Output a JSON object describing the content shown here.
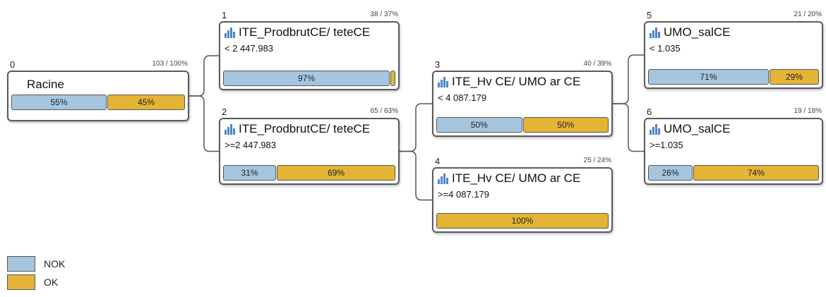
{
  "colors": {
    "nok": "#a6c6e0",
    "ok": "#e3b436",
    "border": "#5a5a5a",
    "icon": "#4f86c6"
  },
  "icon_name": "bar-chart-icon",
  "nodes": [
    {
      "id": "0",
      "count": "103 / 100%",
      "title": "Racine",
      "condition": "",
      "has_icon": false,
      "nok": 55,
      "ok": 45,
      "nok_label": "55%",
      "ok_label": "45%"
    },
    {
      "id": "1",
      "count": "38 / 37%",
      "title": "ITE_ProdbrutCE/ teteCE",
      "condition": "< 2 447.983",
      "has_icon": true,
      "nok": 97,
      "ok": 3,
      "nok_label": "97%",
      "ok_label": ""
    },
    {
      "id": "2",
      "count": "65 / 63%",
      "title": "ITE_ProdbrutCE/ teteCE",
      "condition": ">=2 447.983",
      "has_icon": true,
      "nok": 31,
      "ok": 69,
      "nok_label": "31%",
      "ok_label": "69%"
    },
    {
      "id": "3",
      "count": "40 / 39%",
      "title": "ITE_Hv CE/ UMO ar CE",
      "condition": "< 4 087.179",
      "has_icon": true,
      "nok": 50,
      "ok": 50,
      "nok_label": "50%",
      "ok_label": "50%"
    },
    {
      "id": "4",
      "count": "25 / 24%",
      "title": "ITE_Hv CE/ UMO ar CE",
      "condition": ">=4 087.179",
      "has_icon": true,
      "nok": 0,
      "ok": 100,
      "nok_label": "",
      "ok_label": "100%"
    },
    {
      "id": "5",
      "count": "21 / 20%",
      "title": "UMO_salCE",
      "condition": "< 1.035",
      "has_icon": true,
      "nok": 71,
      "ok": 29,
      "nok_label": "71%",
      "ok_label": "29%"
    },
    {
      "id": "6",
      "count": "19 / 18%",
      "title": "UMO_salCE",
      "condition": ">=1.035",
      "has_icon": true,
      "nok": 26,
      "ok": 74,
      "nok_label": "26%",
      "ok_label": "74%"
    }
  ],
  "edges": [
    {
      "from": "0",
      "to": "1"
    },
    {
      "from": "0",
      "to": "2"
    },
    {
      "from": "2",
      "to": "3"
    },
    {
      "from": "2",
      "to": "4"
    },
    {
      "from": "3",
      "to": "5"
    },
    {
      "from": "3",
      "to": "6"
    }
  ],
  "legend": [
    {
      "label": "NOK",
      "color": "#a6c6e0"
    },
    {
      "label": "OK",
      "color": "#e3b436"
    }
  ]
}
